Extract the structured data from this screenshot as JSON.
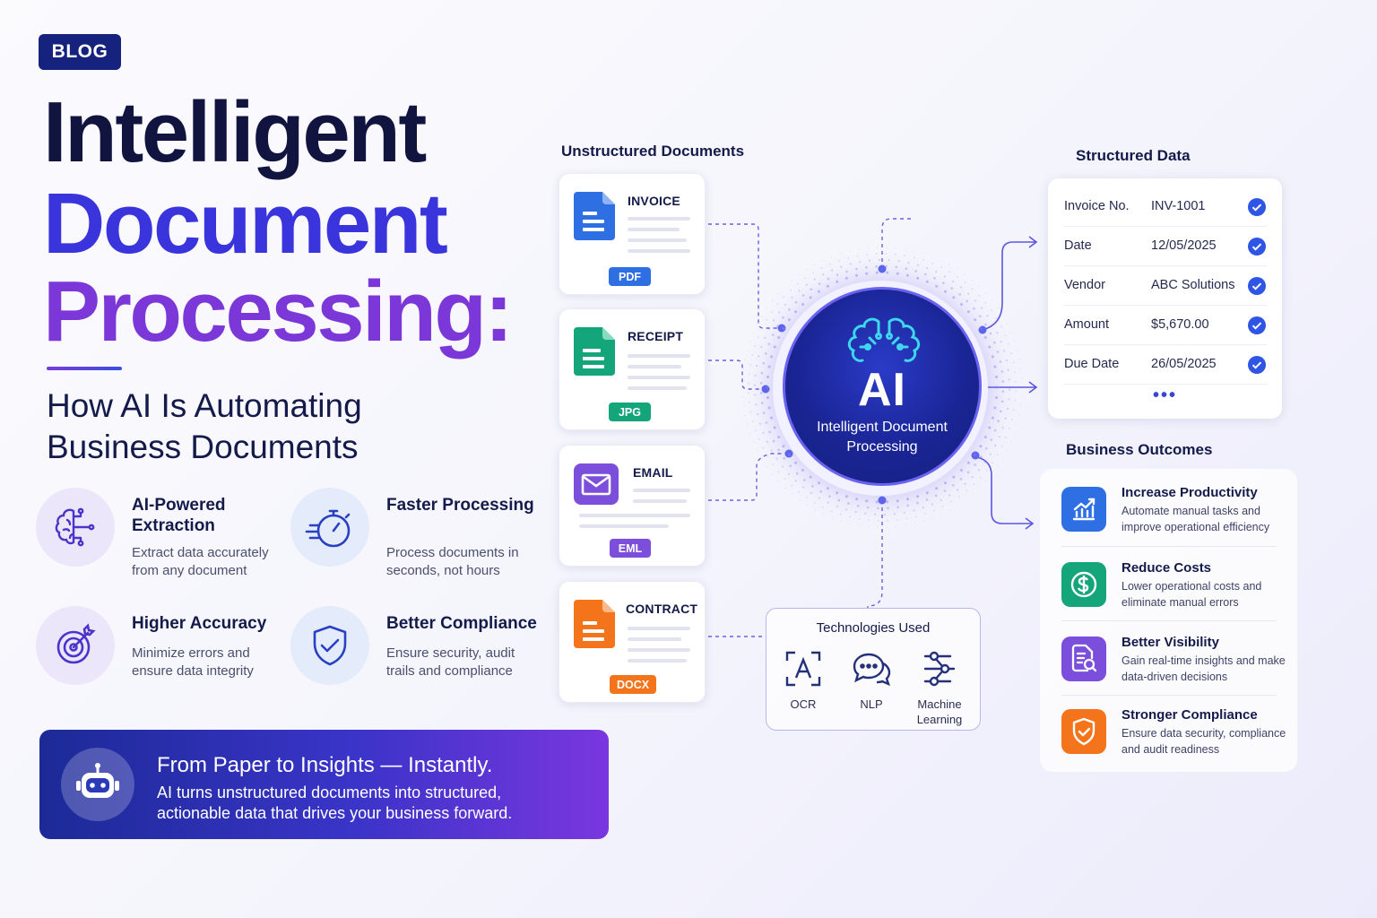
{
  "badge": "BLOG",
  "title": {
    "line1": "Intelligent",
    "line2": "Document",
    "line3": "Processing:",
    "subtitle_line1": "How AI Is Automating",
    "subtitle_line2": "Business Documents"
  },
  "features": [
    {
      "title": "AI-Powered Extraction",
      "desc": "Extract data accurately from any document",
      "icon": "brain-circuit-icon"
    },
    {
      "title": "Faster Processing",
      "desc": "Process documents in seconds, not hours",
      "icon": "stopwatch-icon"
    },
    {
      "title": "Higher Accuracy",
      "desc": "Minimize errors and ensure data integrity",
      "icon": "target-icon"
    },
    {
      "title": "Better Compliance",
      "desc": "Ensure security, audit trails and compliance",
      "icon": "shield-check-icon"
    }
  ],
  "cta": {
    "title": "From Paper to Insights — Instantly.",
    "desc": "AI turns unstructured documents into structured, actionable data that drives your business forward."
  },
  "unstructured": {
    "heading": "Unstructured Documents",
    "docs": [
      {
        "name": "INVOICE",
        "tag": "PDF",
        "color": "#2f6fe4"
      },
      {
        "name": "RECEIPT",
        "tag": "JPG",
        "color": "#15a57a"
      },
      {
        "name": "EMAIL",
        "tag": "EML",
        "color": "#7b4fdc"
      },
      {
        "name": "CONTRACT",
        "tag": "DOCX",
        "color": "#f4741c"
      }
    ]
  },
  "ai": {
    "big": "AI",
    "label": "Intelligent Document Processing"
  },
  "technologies": {
    "heading": "Technologies Used",
    "items": [
      {
        "label": "OCR"
      },
      {
        "label": "NLP"
      },
      {
        "label": "Machine Learning"
      }
    ]
  },
  "structured": {
    "heading": "Structured Data",
    "rows": [
      {
        "key": "Invoice No.",
        "value": "INV-1001"
      },
      {
        "key": "Date",
        "value": "12/05/2025"
      },
      {
        "key": "Vendor",
        "value": "ABC Solutions"
      },
      {
        "key": "Amount",
        "value": "$5,670.00"
      },
      {
        "key": "Due Date",
        "value": "26/05/2025"
      }
    ],
    "more": "•••"
  },
  "outcomes": {
    "heading": "Business Outcomes",
    "items": [
      {
        "title": "Increase Productivity",
        "desc": "Automate manual tasks and improve operational efficiency",
        "color": "#2f6fe4"
      },
      {
        "title": "Reduce Costs",
        "desc": "Lower operational costs and eliminate manual errors",
        "color": "#15a57a"
      },
      {
        "title": "Better Visibility",
        "desc": "Gain real-time insights and make data-driven decisions",
        "color": "#7b4fdc"
      },
      {
        "title": "Stronger Compliance",
        "desc": "Ensure data security, compliance and audit readiness",
        "color": "#f4741c"
      }
    ]
  }
}
